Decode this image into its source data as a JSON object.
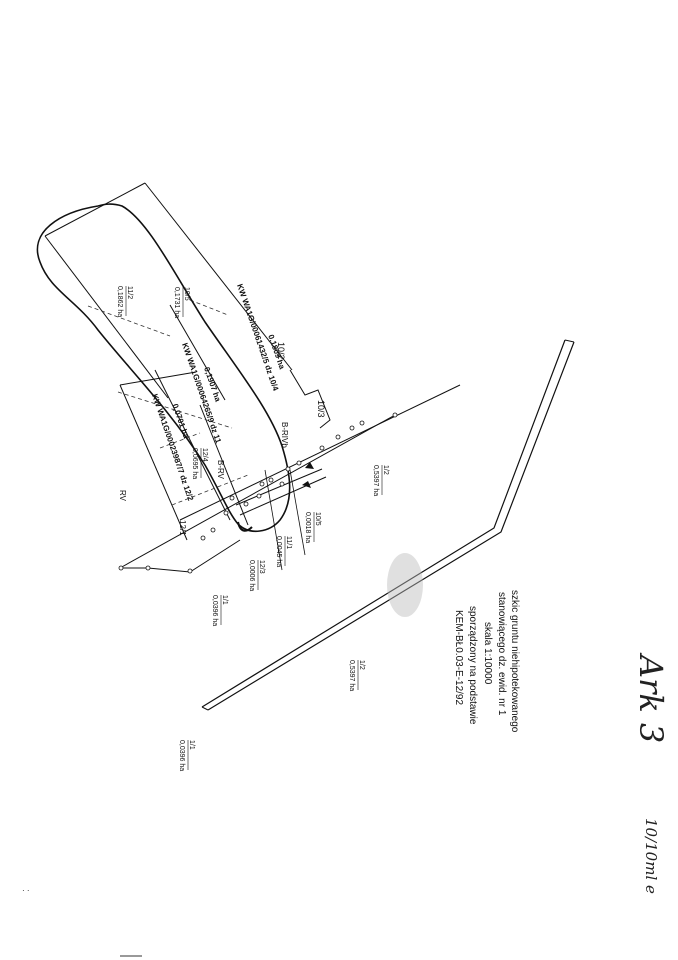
{
  "handwriting": {
    "annex": "Ark 3",
    "note": "10/10ml e"
  },
  "legend": {
    "line1": "szkic gruntu niehipotekowanego",
    "line2": "stanowiącego dz. ewid. nr 1",
    "line3": "skala 1:10000",
    "line4": "sporządzony na podstawie",
    "line5": "KEM-BŁ0.03-E-12/92"
  },
  "land_register": {
    "kw1": "KW WA1G/00061432/5 dz 10/4",
    "kw2": "KW WA1G/00064265/9 dz 11",
    "kw3": "KW WA1G/00023987/7 dz 12/2"
  },
  "parcels": {
    "p10_2": "10/2",
    "p10_3": "10/3",
    "p10_5_num": "10/5",
    "p10_5_area": "0,1731 ha",
    "p11_2_num": "11/2",
    "p11_2_area": "0,1862 ha",
    "area_10_4": "0,1809 ha",
    "area_11": "0,1907 ha",
    "area_12_2": "0,0701 ha",
    "p12_4_num": "12/4",
    "p12_4_area": "0,0695 ha",
    "p12_1": "12/1",
    "p1_2_num": "1/2",
    "p1_2_area": "0,5397 ha",
    "p10_5b_num": "10/5",
    "p10_5b_area": "0,0018 ha",
    "p11_1_num": "11/1",
    "p11_1_area": "0,0045 ha",
    "p12_3_num": "12/3",
    "p12_3_area": "0,0006 ha",
    "p1_1_num": "1/1",
    "p1_1_area": "0,0396 ha",
    "p1_2b_num": "1/2",
    "p1_2b_area": "0,5397 ha",
    "p1_1b_num": "1/1",
    "p1_1b_area": "0,0396 ha"
  },
  "land_use": {
    "b_rivb": "B-RIVb",
    "b_rv": "B-RV",
    "rv": "RV"
  }
}
